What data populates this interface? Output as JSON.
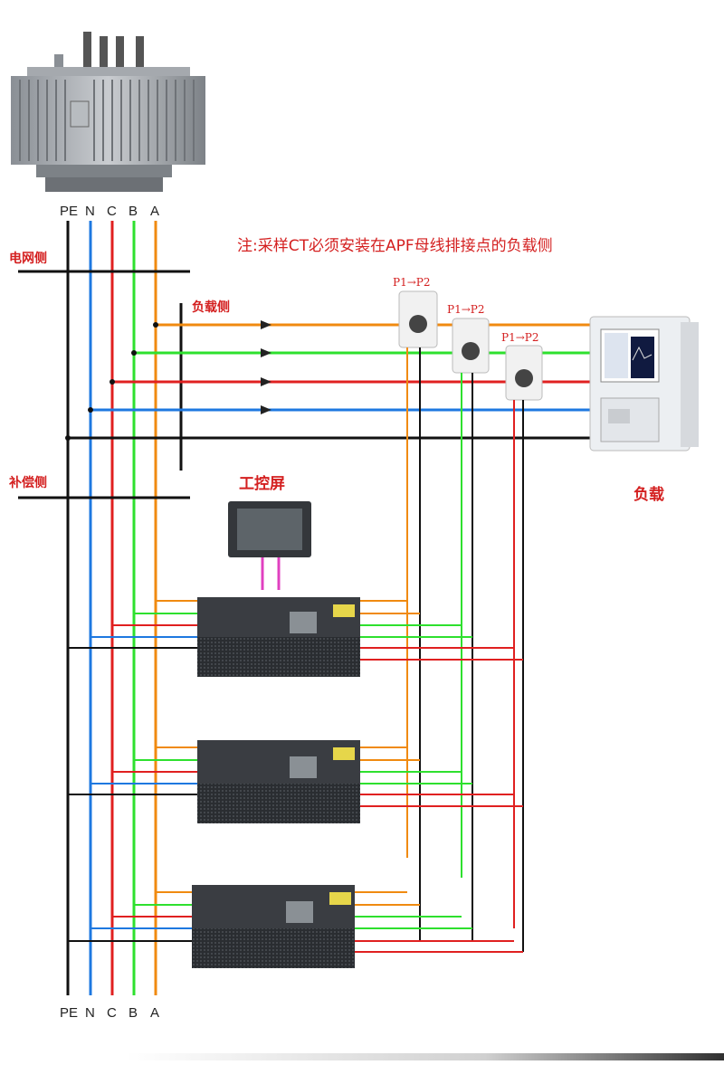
{
  "bus_labels": [
    "PE",
    "N",
    "C",
    "B",
    "A"
  ],
  "colors": {
    "PE": "#111111",
    "N": "#1e78e0",
    "C": "#e02020",
    "B": "#2ee02e",
    "A": "#f08a10",
    "label_red": "#d42020",
    "screen_cable": "#e040c0"
  },
  "labels": {
    "grid_side": "电网侧",
    "load_side": "负载侧",
    "compensation_side": "补偿侧",
    "note": "注:采样CT必须安装在APF母线排接点的负载侧",
    "hmi": "工控屏",
    "load": "负载",
    "ct": [
      "P1→P2",
      "P1→P2",
      "P1→P2"
    ]
  },
  "icons": [
    "transformer-icon",
    "load-analyzer-icon",
    "hmi-panel-icon",
    "apf-module-icon",
    "current-transformer-icon",
    "arrow-icon"
  ],
  "apf_module_count": 3
}
